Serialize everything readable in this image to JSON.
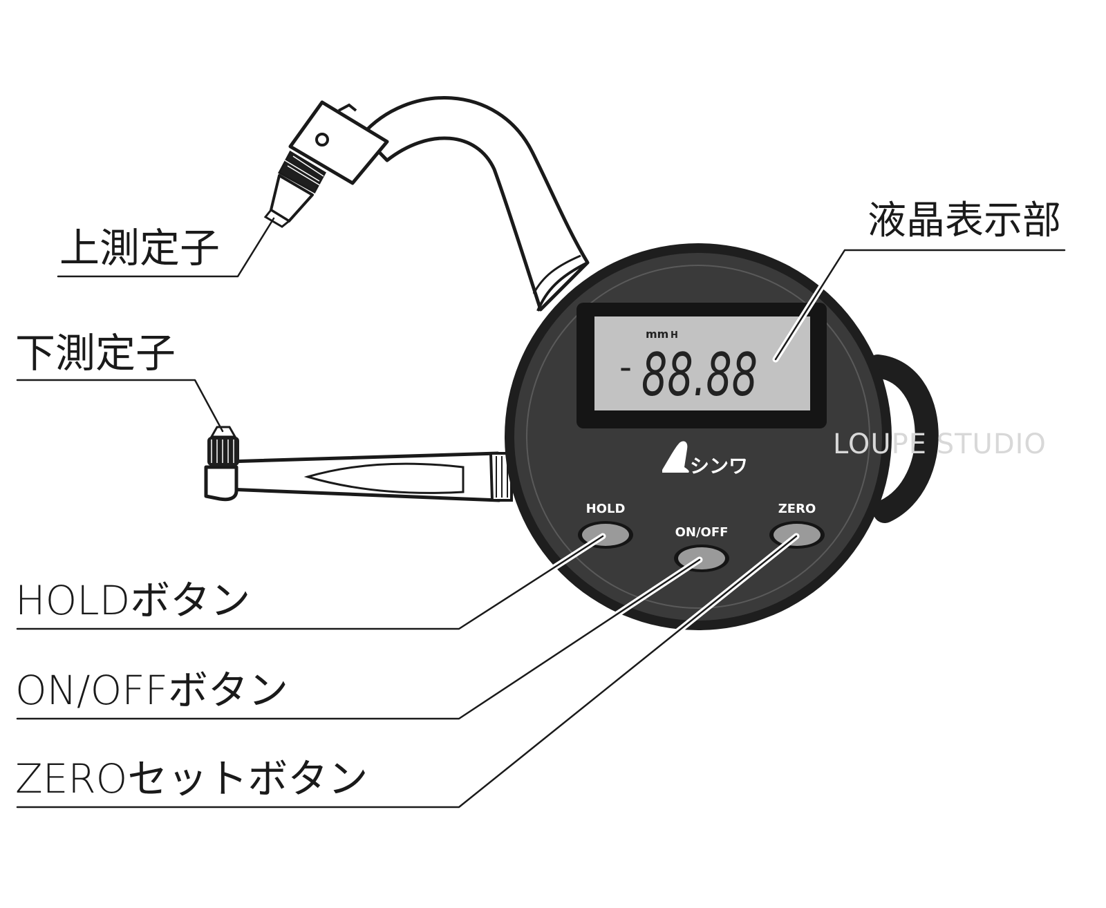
{
  "callouts": {
    "upper_probe": "上測定子",
    "lower_probe": "下測定子",
    "lcd_display": "液晶表示部",
    "hold_button": "HOLDボタン",
    "onoff_button": "ON/OFFボタン",
    "zero_button": "ZEROセットボタン"
  },
  "device": {
    "buttons": {
      "hold": "HOLD",
      "onoff": "ON/OFF",
      "zero": "ZERO"
    },
    "lcd": {
      "unit": "mm",
      "hold_indicator": "H",
      "minus": "-",
      "reading": "88.88"
    },
    "brand": "シンワ"
  },
  "watermark": "LOUPE STUDIO",
  "colors": {
    "body": "#3a3a3a",
    "body_dark": "#1e1e1e",
    "lcd_bg": "#c2c2c2",
    "button_fill": "#9a9a9a",
    "ink": "#1a1a1a"
  }
}
